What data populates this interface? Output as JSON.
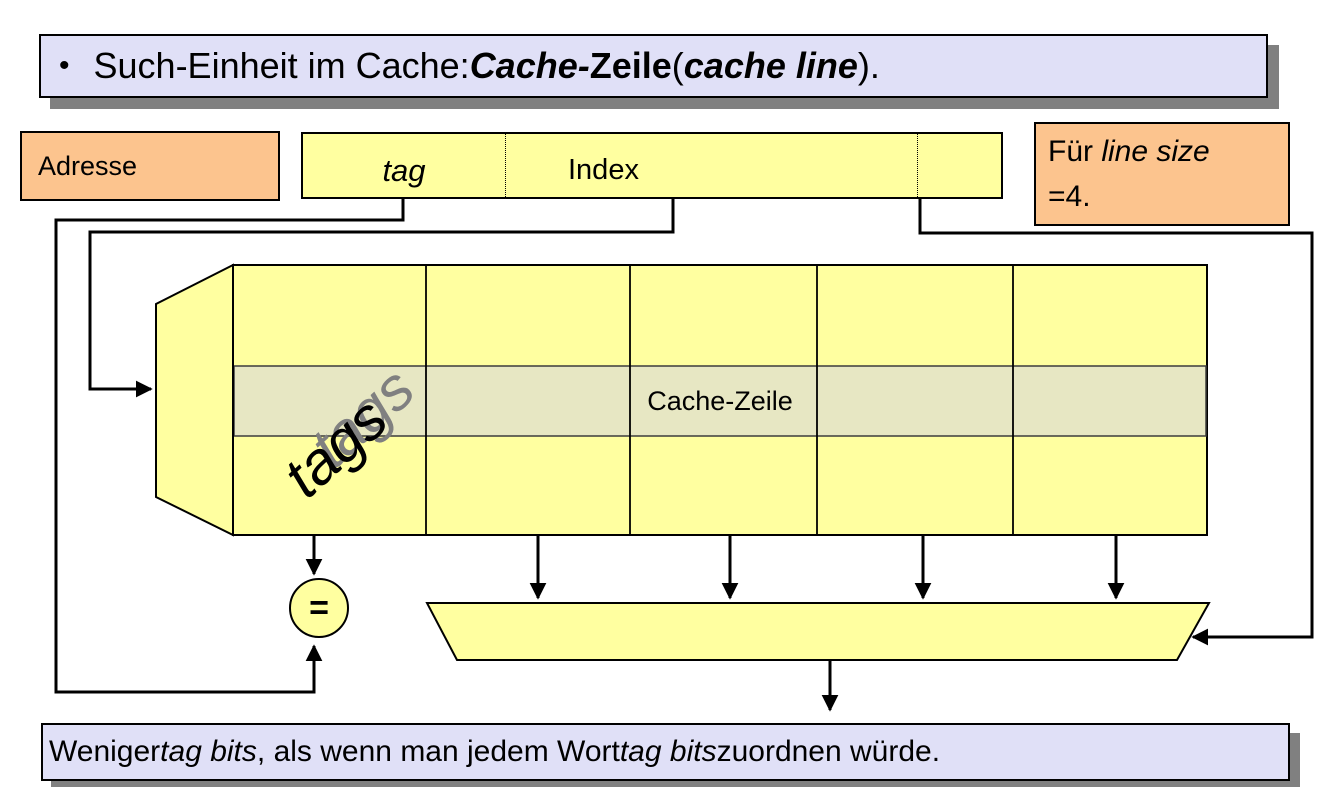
{
  "colors": {
    "panel_lavender": "#e0e0f7",
    "panel_orange": "#fcc48e",
    "block_yellow": "#ffffa0",
    "highlight_row": "#e7e7c3",
    "drop_shadow_gray": "#808080",
    "tags_shadow_gray": "#808080",
    "line_black": "#000000"
  },
  "title_box": {
    "bullet": "•",
    "run_regular_1": "Such-Einheit im Cache: ",
    "run_bold_italic_1": "Cache-",
    "run_bold_1": "Zeile",
    "run_regular_2": " (",
    "run_bold_italic_2": "cache line",
    "run_regular_3": ")."
  },
  "address_box": {
    "label": "Adresse"
  },
  "address_bar": {
    "tag_field": "tag",
    "index_field": "Index",
    "offset_field": ""
  },
  "note_box": {
    "line1_regular": "Für ",
    "line1_italic": "line size",
    "line2": "=4."
  },
  "cache_array": {
    "line_label": "Cache-Zeile",
    "tags_label": "tags",
    "columns": 5,
    "rows": 3
  },
  "comparator": {
    "label": "="
  },
  "bottom_box": {
    "run_regular_1": "Weniger ",
    "run_italic_1": "tag bits",
    "run_regular_2": ", als wenn man jedem Wort ",
    "run_italic_2": "tag bits",
    "run_regular_3": " zuordnen würde."
  }
}
